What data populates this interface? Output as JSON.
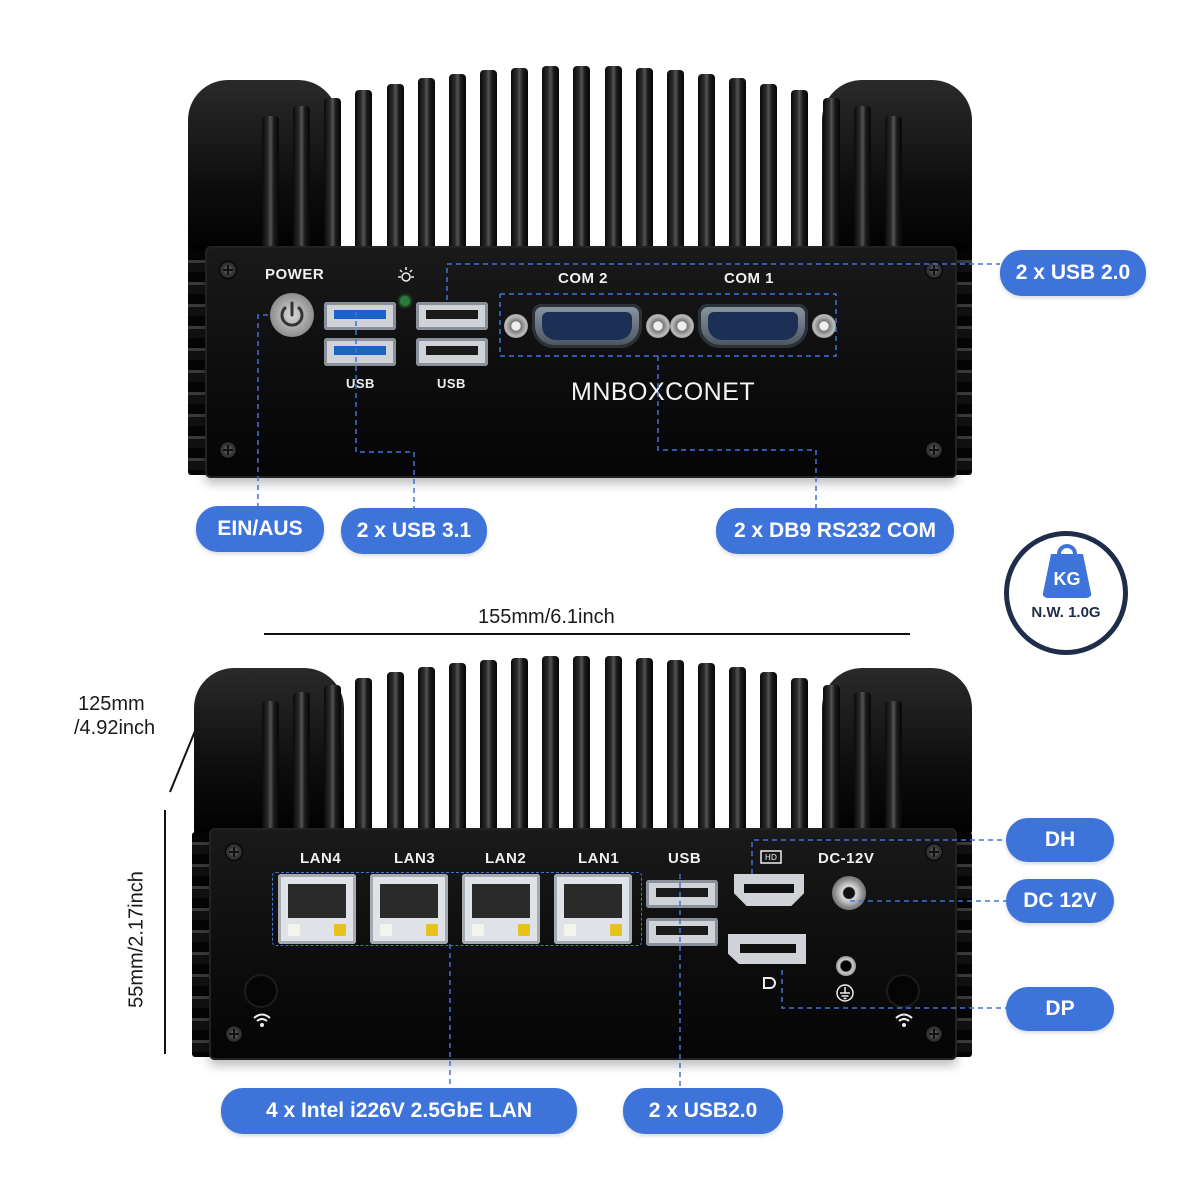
{
  "top_device": {
    "power_label": "POWER",
    "brand": "MNBOXCONET",
    "com2_label": "COM 2",
    "com1_label": "COM 1",
    "usb_label_left": "USB",
    "usb_label_right": "USB"
  },
  "top_callouts": {
    "usb20": "2 x USB 2.0",
    "power": "EIN/AUS",
    "usb31": "2 x USB 3.1",
    "com": "2 x DB9 RS232 COM"
  },
  "weight": {
    "unit": "KG",
    "net_weight": "N.W. 1.0G"
  },
  "dimensions": {
    "width": "155mm/6.1inch",
    "depth_line1": "125mm",
    "depth_line2": "/4.92inch",
    "height": "55mm/2.17inch"
  },
  "bottom_device": {
    "lan4": "LAN4",
    "lan3": "LAN3",
    "lan2": "LAN2",
    "lan1": "LAN1",
    "usb_label": "USB",
    "dc_label": "DC-12V"
  },
  "bottom_callouts": {
    "hdmi": "DH",
    "dc": "DC 12V",
    "dp": "DP",
    "lan": "4 x Intel i226V 2.5GbE LAN",
    "usb20": "2 x USB2.0"
  },
  "colors": {
    "accent": "#3e73d9",
    "device_body": "#0d0d0d",
    "badge_border": "#1f2c4a"
  }
}
